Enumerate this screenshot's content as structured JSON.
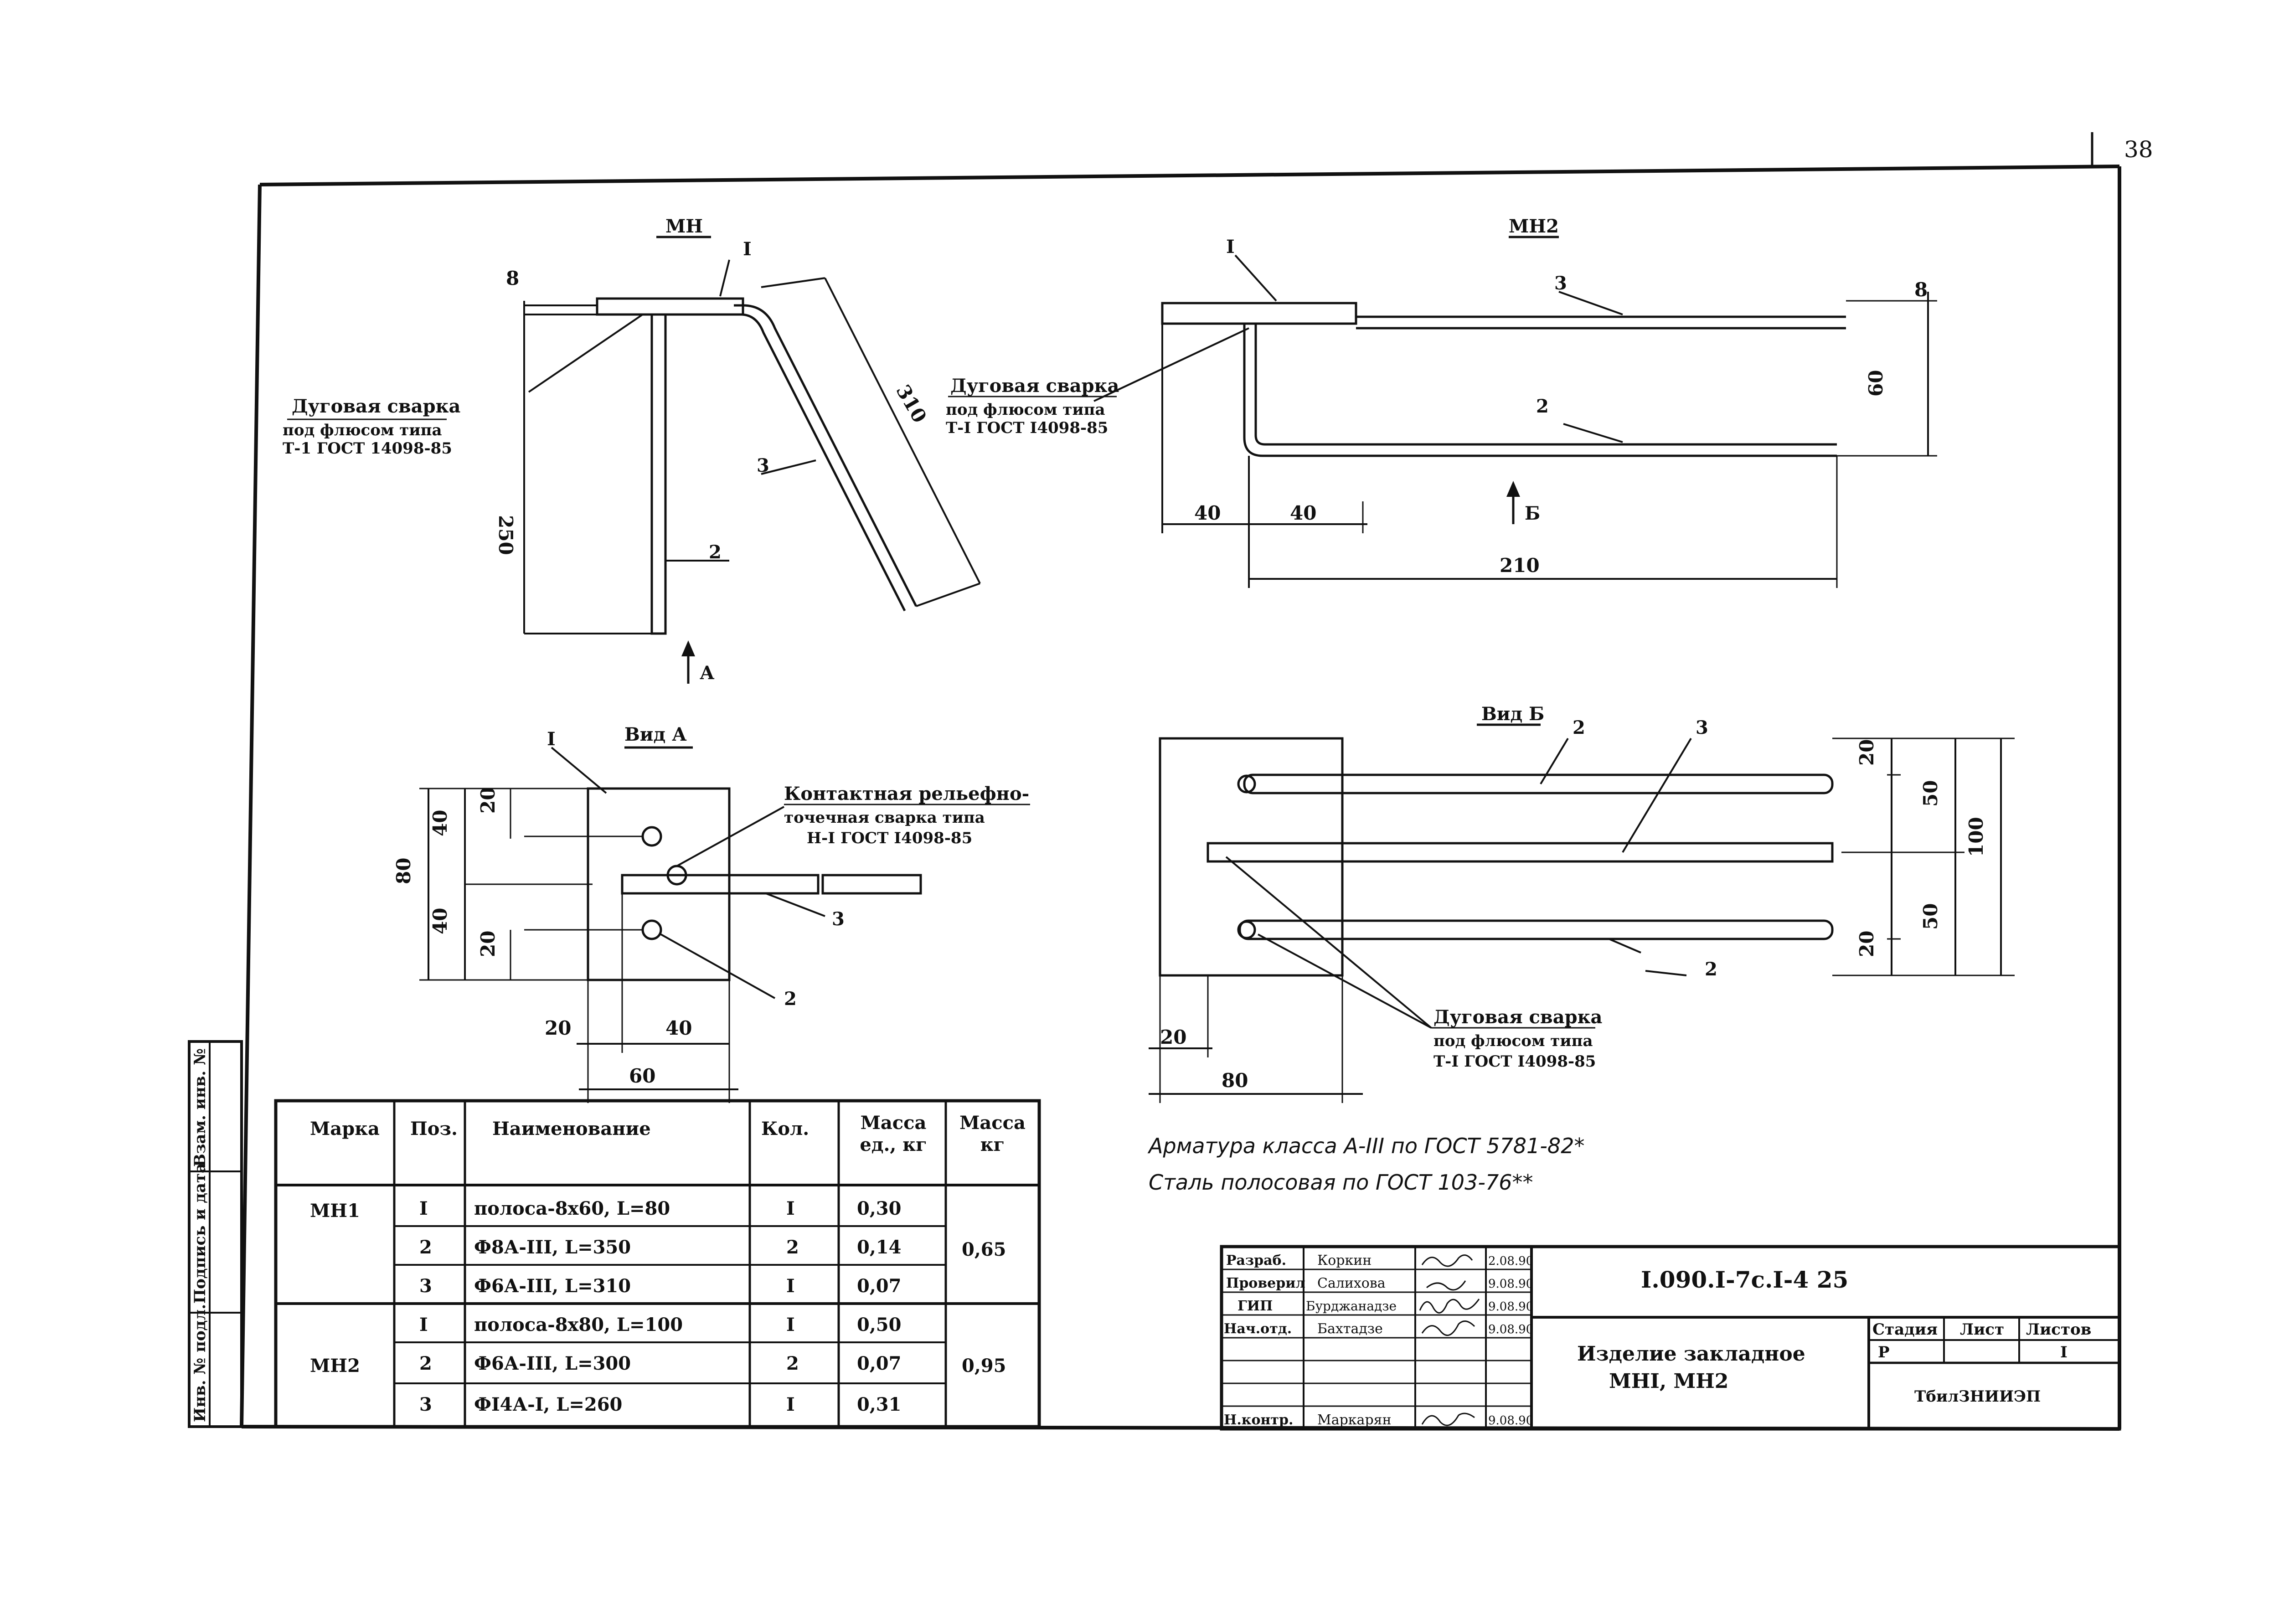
{
  "page_number": "38",
  "mn1": {
    "title": "МН",
    "pos1": "I",
    "pos2": "2",
    "pos3": "3",
    "dim_8": "8",
    "dim_250": "250",
    "dim_310": "310",
    "weld": [
      "Дуговая сварка",
      "под флюсом типа",
      "Т-1 ГОСТ 14098-85"
    ],
    "view_arrow": "А"
  },
  "mn2": {
    "title": "МН2",
    "pos1": "I",
    "pos2": "2",
    "pos3": "3",
    "dim_8": "8",
    "dim_60": "60",
    "dim_40a": "40",
    "dim_40b": "40",
    "dim_210": "210",
    "weld": [
      "Дуговая сварка",
      "под флюсом типа",
      "Т-I ГОСТ I4098-85"
    ],
    "view_arrow": "Б"
  },
  "view_a": {
    "title": "Вид А",
    "pos1": "I",
    "pos2": "2",
    "pos3": "3",
    "dims": {
      "d20a": "20",
      "d40a": "40",
      "d80": "80",
      "d40b": "40",
      "d20b": "20",
      "d20c": "20",
      "d40c": "40",
      "d60": "60"
    },
    "weld": [
      "Контактная рельефно-",
      "точечная сварка типа",
      "Н-I ГОСТ I4098-85"
    ]
  },
  "view_b": {
    "title": "Вид Б",
    "pos2a": "2",
    "pos3": "3",
    "pos2b": "2",
    "dims": {
      "d20a": "20",
      "d50a": "50",
      "d100": "100",
      "d50b": "50",
      "d20b": "20",
      "d20c": "20",
      "d80": "80"
    },
    "weld": [
      "Дуговая сварка",
      "под флюсом типа",
      "Т-I ГОСТ I4098-85"
    ]
  },
  "notes": [
    "Арматура класса А-III по ГОСТ 5781-82*",
    "Сталь полосовая по ГОСТ 103-76**"
  ],
  "spec_table": {
    "headers": [
      "Марка",
      "Поз.",
      "Наименование",
      "Кол.",
      "Масса ед., кг",
      "Масса кг"
    ],
    "groups": [
      {
        "mark": "МН1",
        "total": "0,65",
        "rows": [
          {
            "pos": "I",
            "name": "полоса-8х60, L=80",
            "qty": "I",
            "mass": "0,30"
          },
          {
            "pos": "2",
            "name": "Ф8А-III, L=350",
            "qty": "2",
            "mass": "0,14"
          },
          {
            "pos": "3",
            "name": "Ф6А-III, L=310",
            "qty": "I",
            "mass": "0,07"
          }
        ]
      },
      {
        "mark": "МН2",
        "total": "0,95",
        "rows": [
          {
            "pos": "I",
            "name": "полоса-8х80, L=100",
            "qty": "I",
            "mass": "0,50"
          },
          {
            "pos": "2",
            "name": "Ф6А-III, L=300",
            "qty": "2",
            "mass": "0,07"
          },
          {
            "pos": "3",
            "name": "ФI4А-I, L=260",
            "qty": "I",
            "mass": "0,31"
          }
        ]
      }
    ]
  },
  "side_stamp": [
    "Инв. № подл.",
    "Подпись и дата",
    "Взам. инв. №"
  ],
  "title_block": {
    "roles": [
      {
        "role": "Разраб.",
        "name": "Коркин",
        "date": "2.08.90"
      },
      {
        "role": "Проверил",
        "name": "Салихова",
        "date": "9.08.90"
      },
      {
        "role": "ГИП",
        "name": "Бурджанадзе",
        "date": "9.08.90"
      },
      {
        "role": "Нач.отд.",
        "name": "Бахтадзе",
        "date": "9.08.90"
      },
      {
        "role": "Н.контр.",
        "name": "Маркарян",
        "date": "9.08.90"
      }
    ],
    "designation": "I.090.I-7с.I-4 25",
    "product": [
      "Изделие закладное",
      "МНI, МН2"
    ],
    "stage_label": "Стадия",
    "sheet_label": "Лист",
    "sheets_label": "Листов",
    "stage": "Р",
    "sheets": "I",
    "org": "ТбилЗНИИЭП"
  }
}
